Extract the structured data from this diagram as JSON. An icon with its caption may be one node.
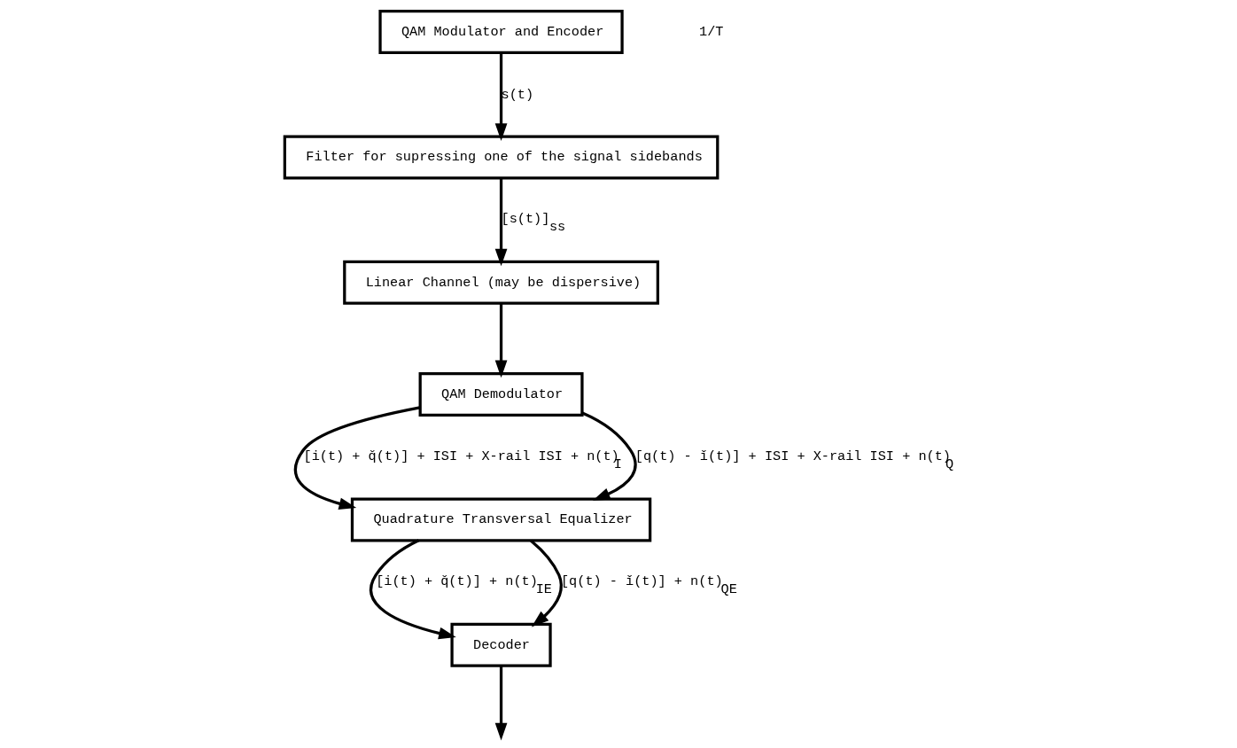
{
  "diagram": {
    "nodes": [
      {
        "text": [
          "QAM Modulator and Encoder"
        ]
      },
      {
        "text": [
          "Filter for supressing one of the signal sidebands"
        ]
      },
      {
        "text": [
          "Linear Channel (may be dispersive)"
        ]
      },
      {
        "text": [
          "QAM Demodulator"
        ]
      },
      {
        "text": [
          "Quadrature Transversal Equalizer"
        ]
      },
      {
        "text": [
          "Decoder"
        ]
      }
    ],
    "edges": [
      {
        "from": 0,
        "to": 1,
        "arrow": "to",
        "label": "s(t)"
      },
      {
        "from": 1,
        "to": 2,
        "arrow": "to",
        "label": "[s(t)]$_{ss}$"
      },
      {
        "from": 2,
        "to": 3,
        "arrow": "to"
      },
      {
        "from": 3,
        "to": 4,
        "arrow": "to",
        "label": "[i(t) + q̌(t)] + ISI + X-rail ISI + n(t)$_{I}$"
      },
      {
        "from": 3,
        "to": 4,
        "arrow": "to",
        "label": "[q(t) - ǐ(t)] + ISI + X-rail ISI + n(t)$_{Q}$"
      },
      {
        "from": 4,
        "to": 5,
        "arrow": "to",
        "label": "[i(t) + q̌(t)] + n(t)$_{IE}$"
      },
      {
        "from": 4,
        "to": 5,
        "arrow": "to",
        "label": "[q(t) - ǐ(t)] + n(t)$_{QE}$"
      },
      {
        "from": 5,
        "to": null,
        "arrow": "to"
      }
    ],
    "labels": [
      "1/T"
    ]
  }
}
